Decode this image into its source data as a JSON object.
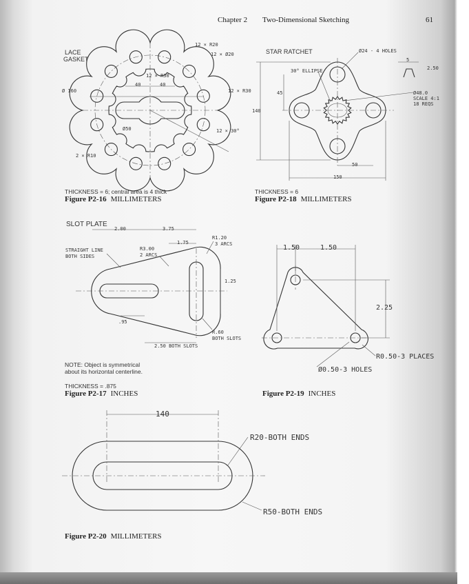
{
  "header": {
    "chapter": "Chapter 2",
    "section": "Two-Dimensional Sketching",
    "page_number": "61"
  },
  "fig_p2_16": {
    "title_line1": "LACE",
    "title_line2": "GASKET",
    "dims": [
      "12 × R20",
      "12 × Ø20",
      "12 × R30",
      "40",
      "40",
      "Ø 160",
      "12 × R30",
      "Ø50",
      "12 × 30°",
      "2 × R10"
    ],
    "thickness_note": "THICKNESS = 6; central area is 4 thick",
    "figure_label": "Figure P2-16",
    "units": "MILLIMETERS"
  },
  "fig_p2_18": {
    "title": "STAR RATCHET",
    "dims": [
      "Ø24 - 4 HOLES",
      "30° ELLIPSE",
      "5",
      "2.50",
      "45",
      "140",
      "Ø48.0",
      "SCALE 4:1",
      "18 REQS",
      "50",
      "150"
    ],
    "thickness_note": "THICKNESS = 6",
    "figure_label": "Figure P2-18",
    "units": "MILLIMETERS"
  },
  "fig_p2_17": {
    "title": "SLOT PLATE",
    "dims": [
      "2.00",
      "3.75",
      "1.75",
      "R1.20",
      "3 ARCS",
      "STRAIGHT LINE",
      "BOTH SIDES",
      "R3.00",
      "2 ARCS",
      "1.25",
      ".95",
      "R.60",
      "BOTH SLOTS",
      "2.50 BOTH SLOTS"
    ],
    "note_line1": "NOTE: Object is symmetrical",
    "note_line2": "about its horizontal centerline.",
    "thickness_note": "THICKNESS = .875",
    "figure_label": "Figure P2-17",
    "units": "INCHES"
  },
  "fig_p2_19": {
    "dims": [
      "1.50",
      "1.50",
      "2.25",
      "R0.50-3 PLACES",
      "Ø0.50-3 HOLES"
    ],
    "figure_label": "Figure P2-19",
    "units": "INCHES"
  },
  "fig_p2_20": {
    "dims": [
      "140",
      "R20-BOTH ENDS",
      "R50-BOTH ENDS"
    ],
    "figure_label": "Figure P2-20",
    "units": "MILLIMETERS"
  }
}
